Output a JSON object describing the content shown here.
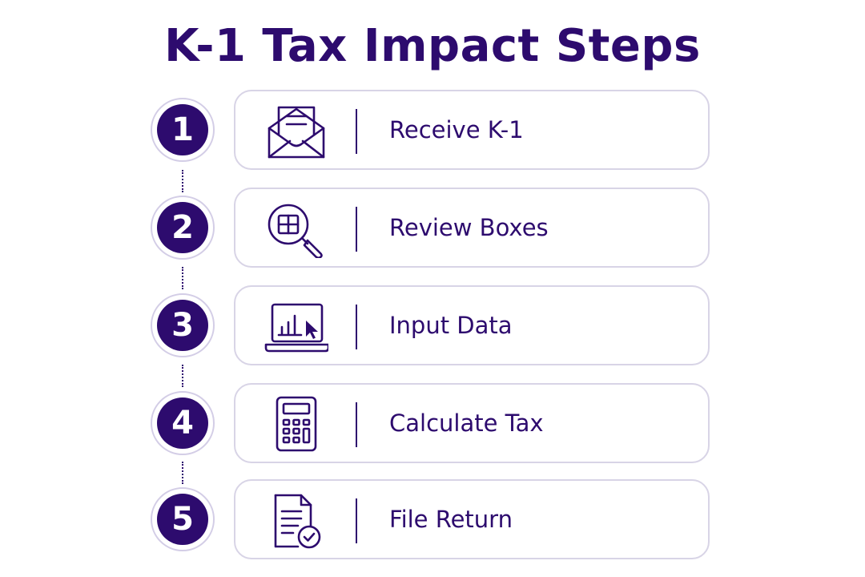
{
  "title": "K-1 Tax Impact Steps",
  "accent_color": "#2d0b6e",
  "border_color": "#d8d4e6",
  "steps": [
    {
      "number": "1",
      "label": "Receive K-1",
      "icon": "envelope-letter-icon"
    },
    {
      "number": "2",
      "label": "Review Boxes",
      "icon": "magnifier-grid-icon"
    },
    {
      "number": "3",
      "label": "Input Data",
      "icon": "laptop-chart-cursor-icon"
    },
    {
      "number": "4",
      "label": "Calculate Tax",
      "icon": "calculator-icon"
    },
    {
      "number": "5",
      "label": "File Return",
      "icon": "document-check-icon"
    }
  ]
}
